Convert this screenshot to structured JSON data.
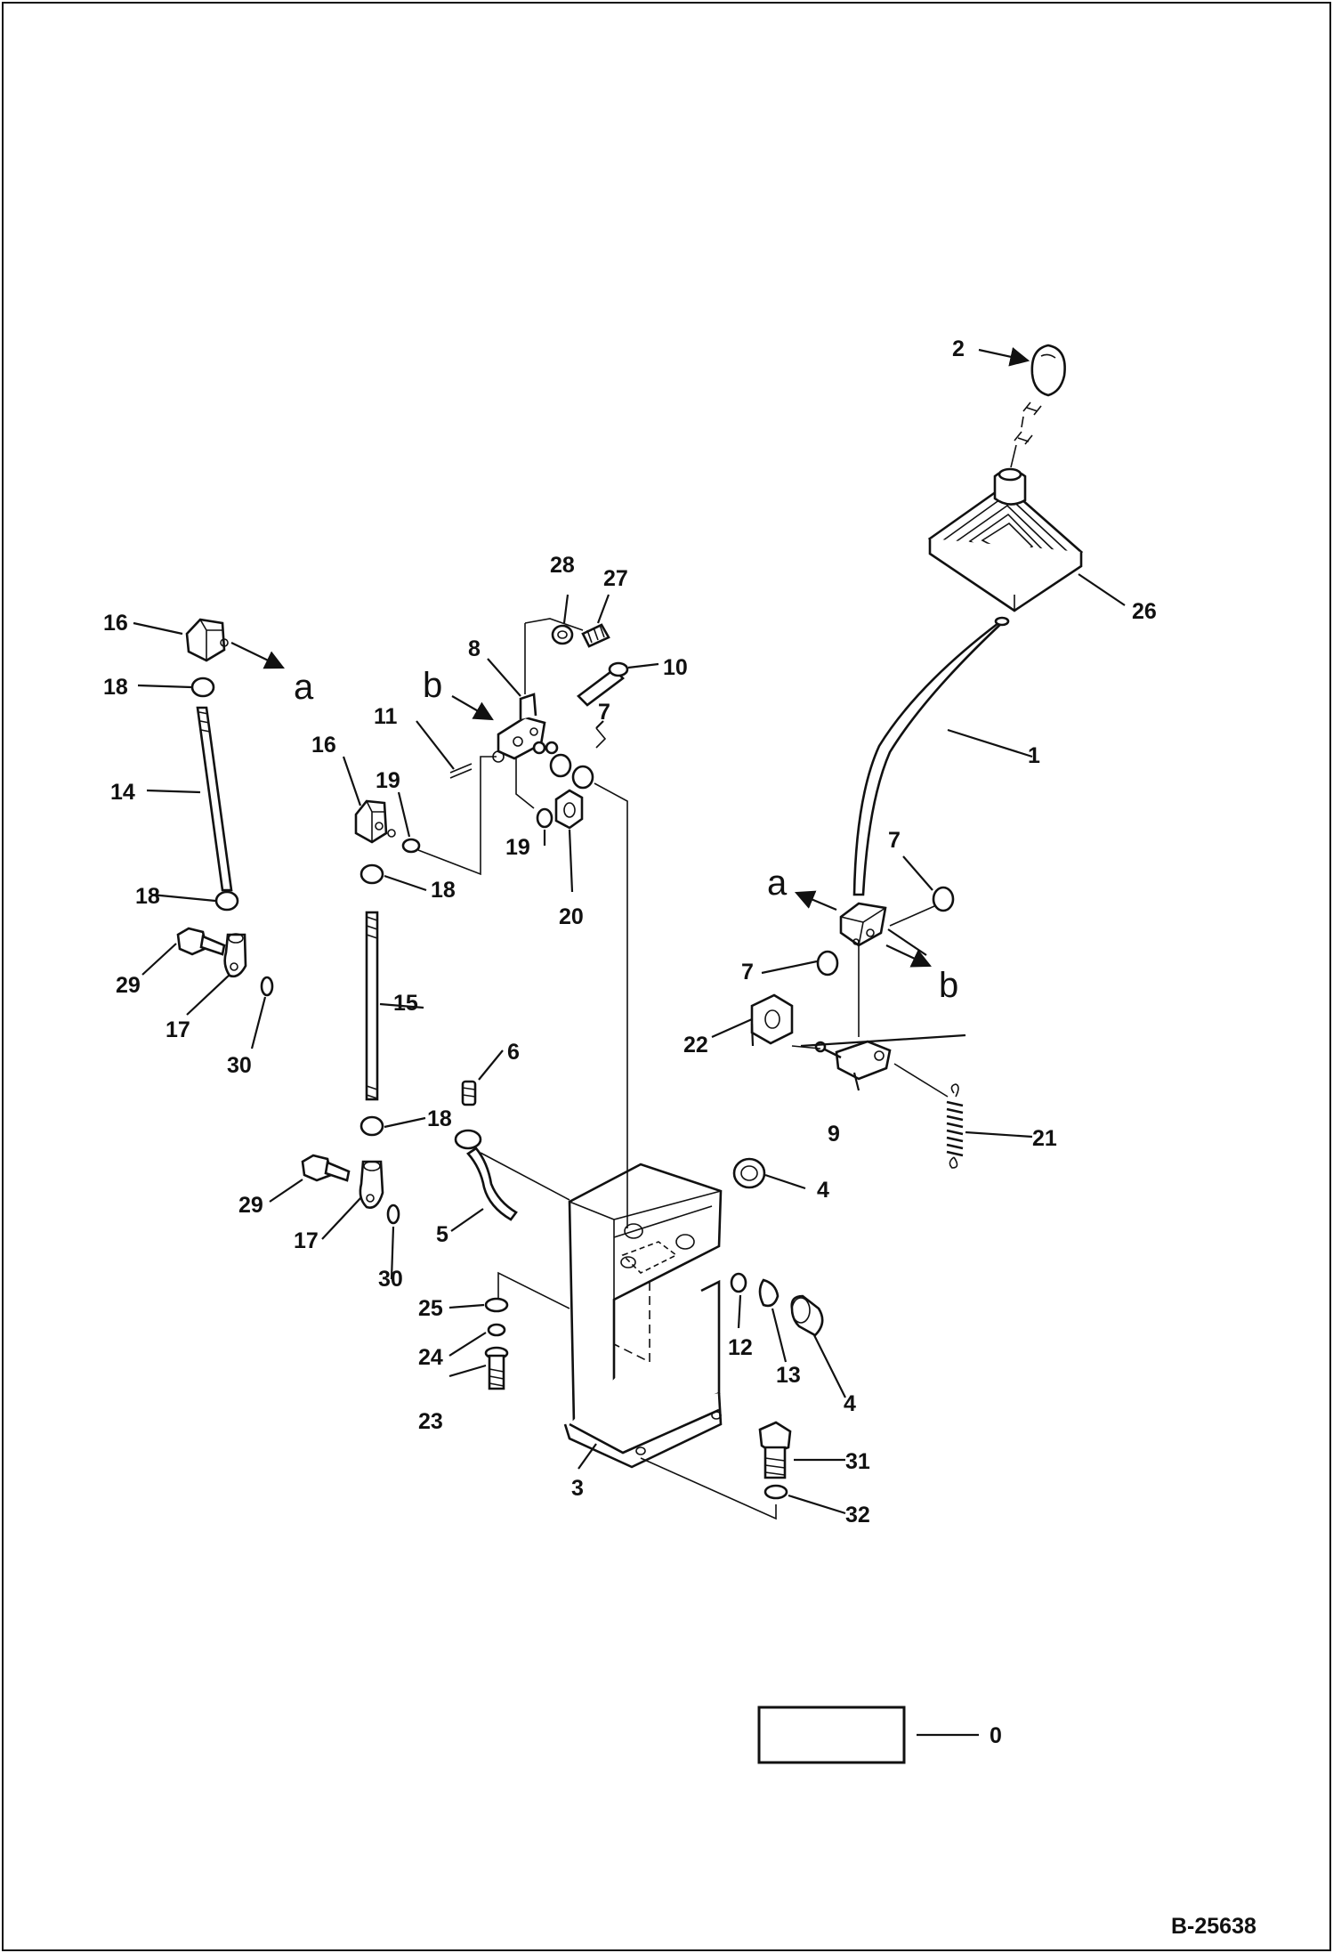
{
  "drawing_number": "B-25638",
  "callouts": {
    "c0": "0",
    "c1": "1",
    "c2": "2",
    "c3": "3",
    "c4a": "4",
    "c4b": "4",
    "c5": "5",
    "c6": "6",
    "c7a": "7",
    "c7b": "7",
    "c7c": "7",
    "c8": "8",
    "c9": "9",
    "c10": "10",
    "c11": "11",
    "c12": "12",
    "c13": "13",
    "c14": "14",
    "c15": "15",
    "c16a": "16",
    "c16b": "16",
    "c17a": "17",
    "c17b": "17",
    "c18a": "18",
    "c18b": "18",
    "c18c": "18",
    "c18d": "18",
    "c19a": "19",
    "c19b": "19",
    "c20": "20",
    "c21": "21",
    "c22": "22",
    "c23": "23",
    "c24": "24",
    "c25": "25",
    "c26": "26",
    "c27": "27",
    "c28": "28",
    "c29a": "29",
    "c29b": "29",
    "c30a": "30",
    "c30b": "30",
    "c31": "31",
    "c32": "32"
  },
  "connection_markers": {
    "a_left": "a",
    "a_right": "a",
    "b_left": "b",
    "b_right": "b"
  }
}
